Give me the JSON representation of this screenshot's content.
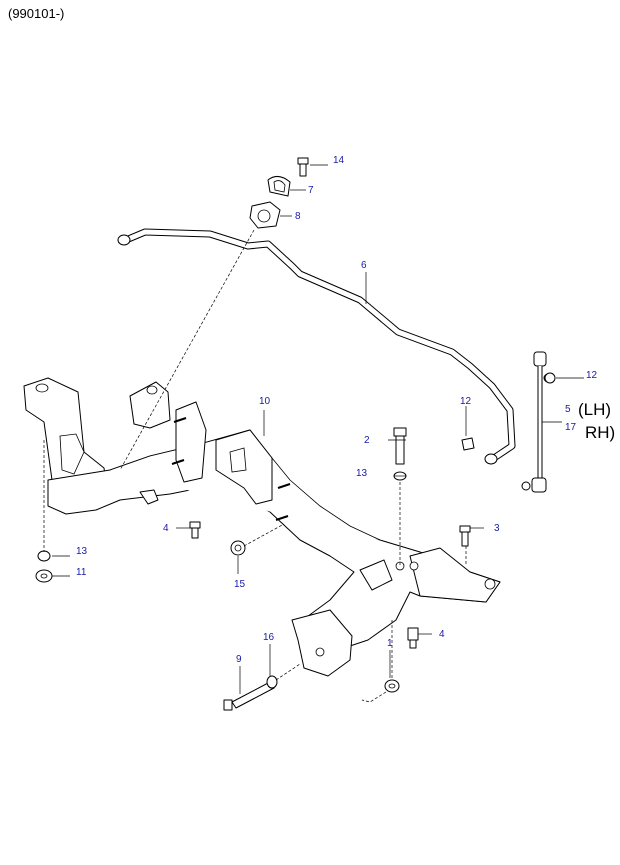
{
  "header": {
    "code": "(990101-)"
  },
  "callouts": {
    "c1": "1",
    "c2": "2",
    "c3": "3",
    "c4a": "4",
    "c4b": "4",
    "c5": "5",
    "c6": "6",
    "c7": "7",
    "c8": "8",
    "c9": "9",
    "c10": "10",
    "c11": "11",
    "c12a": "12",
    "c12b": "12",
    "c13a": "13",
    "c13b": "13",
    "c14": "14",
    "c15": "15",
    "c16": "16",
    "c17": "17"
  },
  "side_labels": {
    "lh": "(LH)",
    "rh": "RH)"
  },
  "colors": {
    "callout": "#1a1aa6",
    "line": "#000000"
  }
}
